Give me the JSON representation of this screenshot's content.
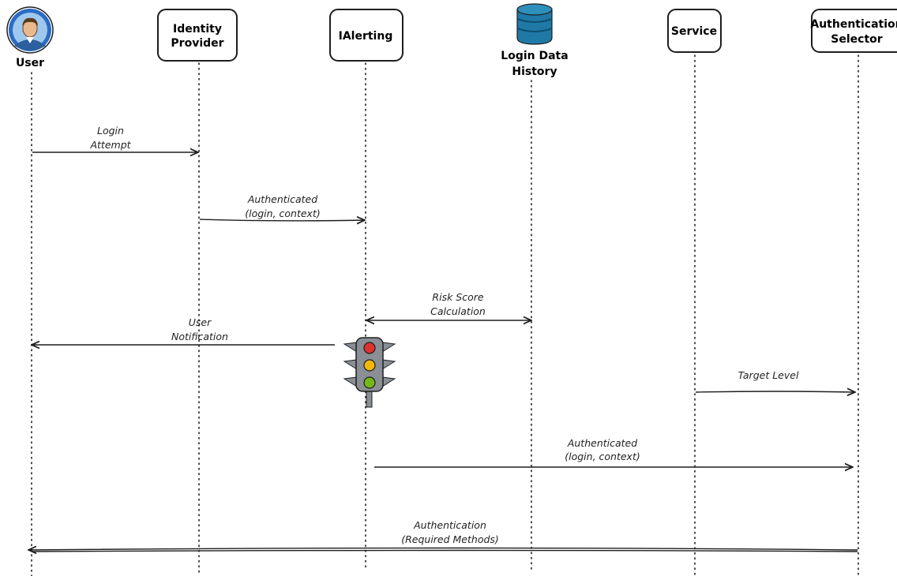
{
  "participants": {
    "user": {
      "name": "User",
      "icon": "user-avatar-icon"
    },
    "identity_provider": {
      "line1": "Identity",
      "line2": "Provider"
    },
    "ialerting": {
      "name": "IAlerting"
    },
    "login_history": {
      "line1": "Login Data",
      "line2": "History",
      "icon": "database-icon"
    },
    "service": {
      "name": "Service"
    },
    "auth_selector": {
      "line1": "Authentication",
      "line2": "Selector"
    }
  },
  "messages": {
    "login_attempt": {
      "line1": "Login",
      "line2": "Attempt"
    },
    "authenticated_1": {
      "line1": "Authenticated",
      "line2": "(login, context)"
    },
    "risk_score": {
      "line1": "Risk Score",
      "line2": "Calculation"
    },
    "user_notification": {
      "line1": "User",
      "line2": "Notification"
    },
    "target_level": {
      "line1": "Target Level"
    },
    "authenticated_2": {
      "line1": "Authenticated",
      "line2": "(login, context)"
    },
    "authentication_methods": {
      "line1": "Authentication",
      "line2": "(Required Methods)"
    }
  },
  "decorations": {
    "traffic_light": "traffic-light-icon"
  },
  "colors": {
    "stroke": "#1e1e1e",
    "db_blue": "#1f79a6",
    "db_band": "#2e8fbd",
    "avatar_ring": "#2b6cc4",
    "avatar_bg": "#9ec8ee",
    "light_red": "#e03131",
    "light_yellow": "#f0b90b",
    "light_green": "#74b816",
    "signal_body": "#8a8f96"
  }
}
